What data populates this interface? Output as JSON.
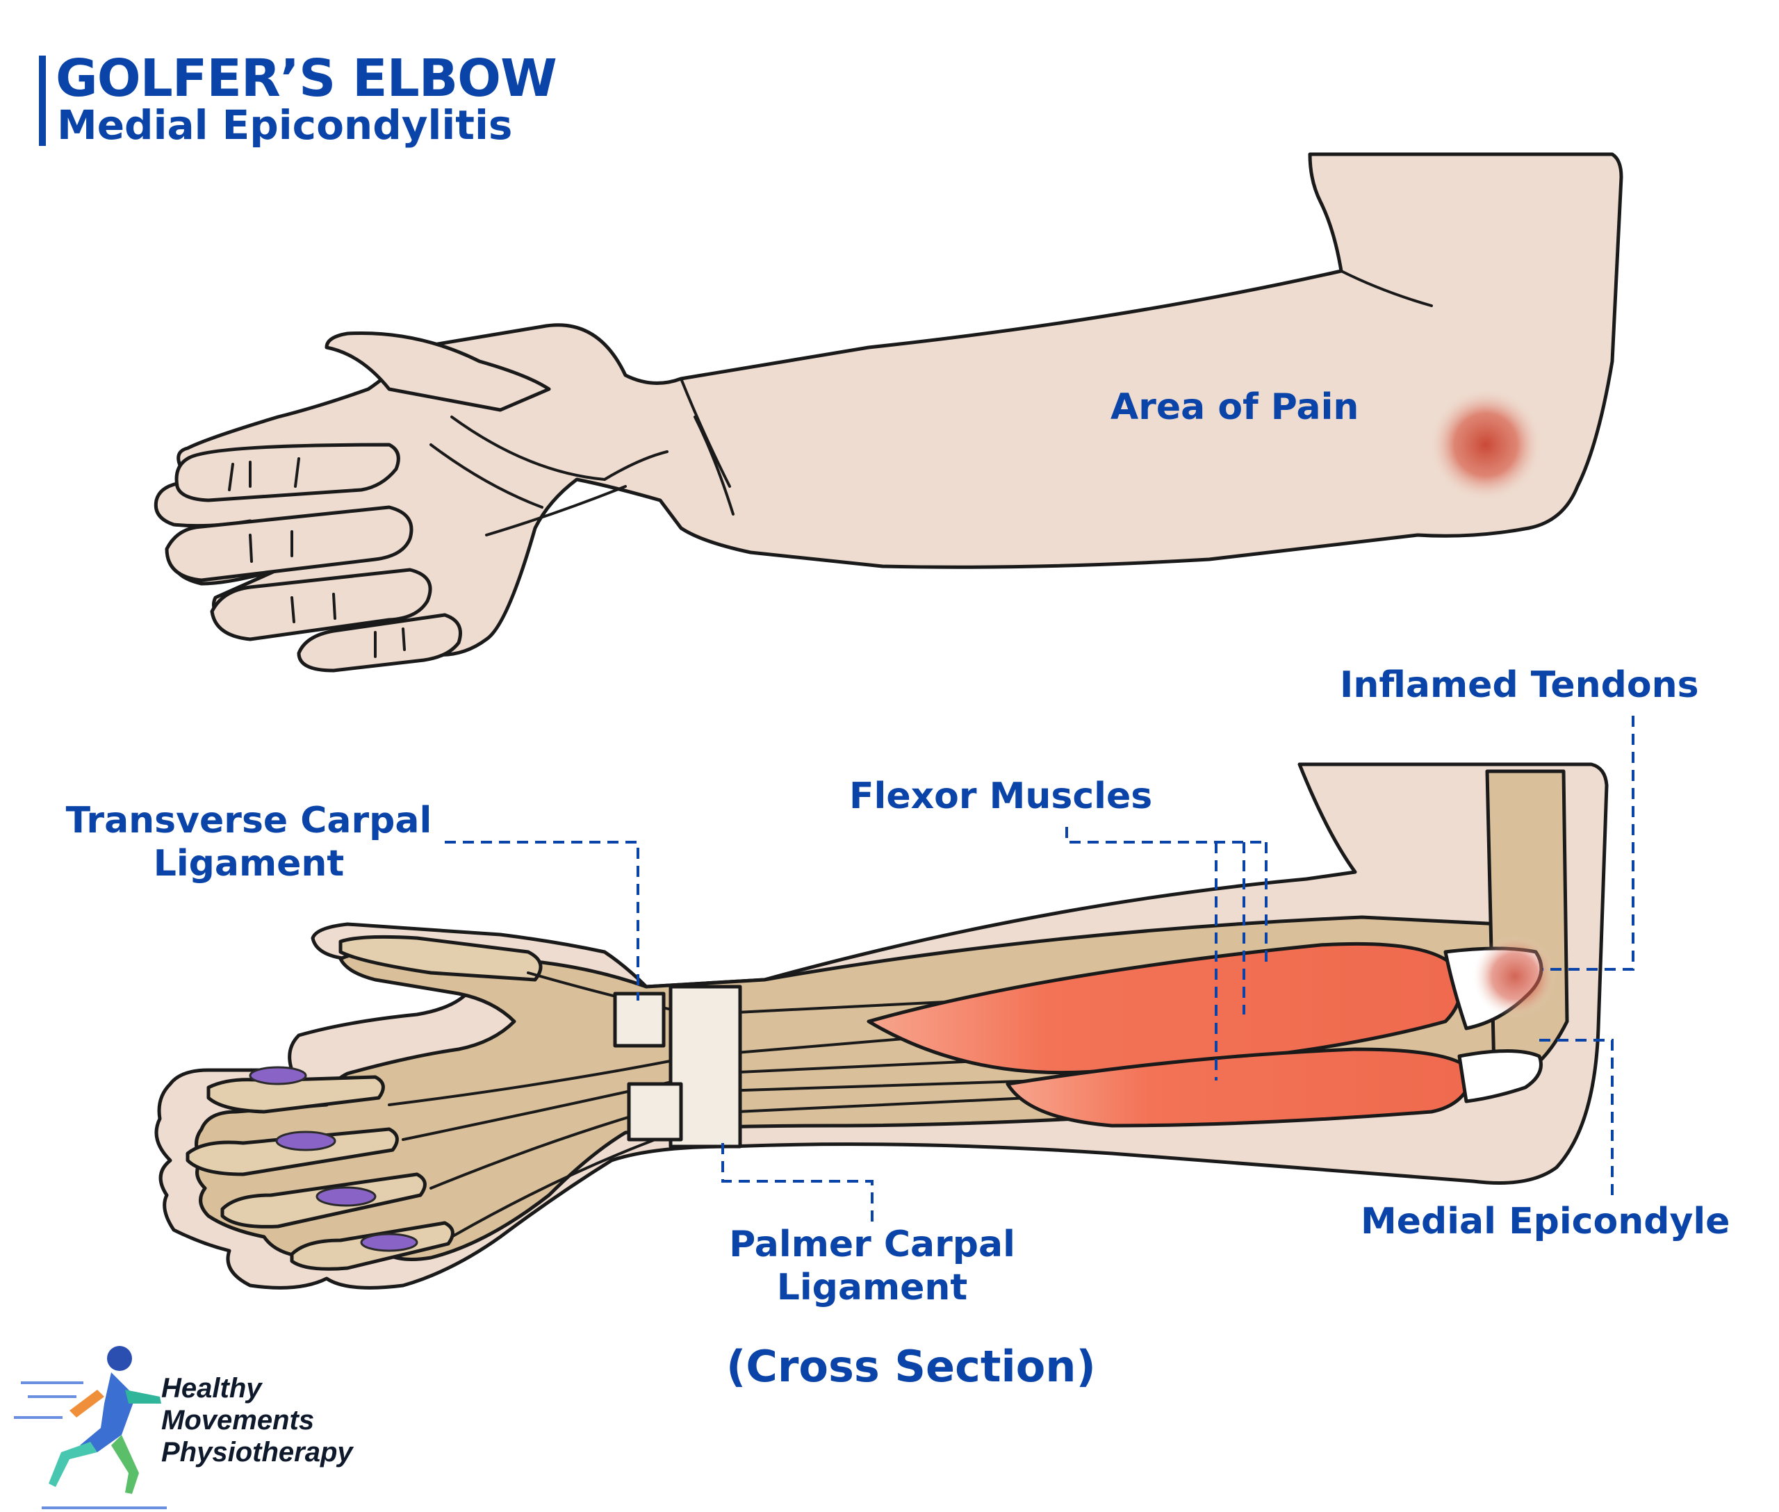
{
  "title": {
    "main": "GOLFER’S ELBOW",
    "subtitle": "Medial Epicondylitis"
  },
  "labels": {
    "area_of_pain": "Area of Pain",
    "inflamed_tendons": "Inflamed Tendons",
    "flexor_muscles": "Flexor Muscles",
    "transverse_carpal_ligament_1": "Transverse Carpal",
    "transverse_carpal_ligament_2": "Ligament",
    "palmer_carpal_ligament_1": "Palmer Carpal",
    "palmer_carpal_ligament_2": "Ligament",
    "medial_epicondyle": "Medial Epicondyle"
  },
  "caption": "(Cross Section)",
  "logo": {
    "line1": "Healthy",
    "line2": "Movements",
    "line3": "Physiotherapy"
  },
  "colors": {
    "accent": "#0b44a8",
    "skin": "#eedcd0",
    "bone": "#d9c09a",
    "muscle": "#f37356",
    "pain": "#c8412e",
    "purple": "#8a63c7"
  }
}
